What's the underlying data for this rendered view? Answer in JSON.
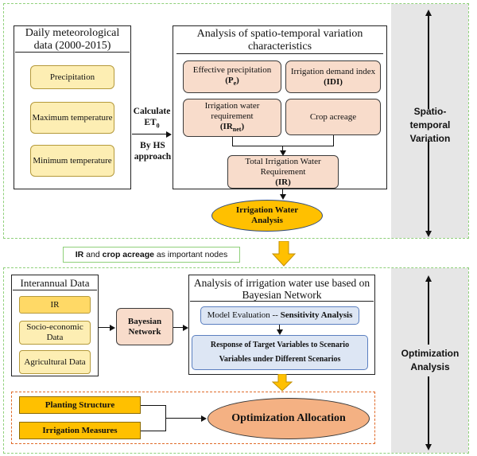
{
  "top": {
    "met_title": "Daily meteorological data (2000-2015)",
    "precipitation": "Precipitation",
    "max_temp": "Maximum temperature",
    "min_temp": "Minimum temperature",
    "calc_a": "Calculate",
    "calc_b": "ET",
    "calc_sub": "0",
    "by_hs": "By HS approach",
    "analysis_title": "Analysis of spatio-temporal variation characteristics",
    "eff_a": "Effective precipitation",
    "eff_b": "(P",
    "eff_sub": "e",
    "eff_c": ")",
    "idi_a": "Irrigation demand index",
    "idi_b": "(IDI)",
    "irw_a": "Irrigation water requirement",
    "irw_b": "(IR",
    "irw_sub": "net",
    "irw_c": ")",
    "crop": "Crop acreage",
    "total_a": "Total Irrigation Water Requirement",
    "total_b": "(IR)",
    "iwa": "Irrigation Water Analysis",
    "side_label": "Spatio-temporal Variation"
  },
  "middle": {
    "note_ir": "IR",
    "note_and": " and ",
    "note_crop": "crop acreage",
    "note_rest": " as important nodes"
  },
  "bottom": {
    "inter_title": "Interannual Data",
    "ir": "IR",
    "socio": "Socio-economic Data",
    "agri": "Agricultural Data",
    "bayes": "Bayesian Network",
    "analysis_title": "Analysis of irrigation water use based on Bayesian Network",
    "model_eval_a": "Model Evaluation -- ",
    "model_eval_b": "Sensitivity Analysis",
    "response": "Response of Target Variables to Scenario Variables under Different Scenarios",
    "planting": "Planting Structure",
    "irr_measures": "Irrigation Measures",
    "opt_alloc": "Optimization Allocation",
    "side_label": "Optimization Analysis"
  }
}
